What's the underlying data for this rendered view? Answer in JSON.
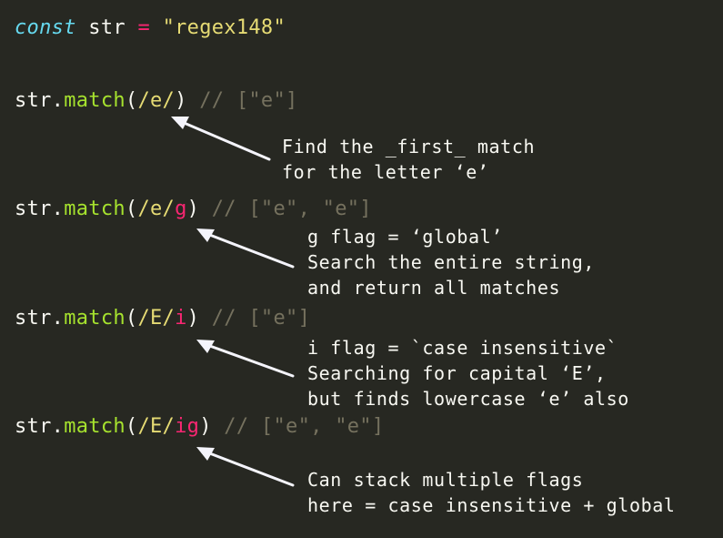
{
  "declaration": {
    "keyword": "const",
    "name": "str",
    "operator": "=",
    "value": "\"regex148\""
  },
  "examples": [
    {
      "object": "str.",
      "method": "match",
      "open": "(",
      "pattern": "/e/",
      "flags": "",
      "close": ")",
      "comment": "// [\"e\"]",
      "note_lines": [
        "Find the _first_ match",
        "for the letter ‘e’"
      ]
    },
    {
      "object": "str.",
      "method": "match",
      "open": "(",
      "pattern": "/e/",
      "flags": "g",
      "close": ")",
      "comment": "// [\"e\", \"e\"]",
      "note_lines": [
        "g flag = ‘global’",
        "Search the entire string,",
        "and return all matches"
      ]
    },
    {
      "object": "str.",
      "method": "match",
      "open": "(",
      "pattern": "/E/",
      "flags": "i",
      "close": ")",
      "comment": "// [\"e\"]",
      "note_lines": [
        "i flag = `case insensitive`",
        "Searching for capital ‘E’,",
        "but finds lowercase ‘e’ also"
      ]
    },
    {
      "object": "str.",
      "method": "match",
      "open": "(",
      "pattern": "/E/",
      "flags": "ig",
      "close": ")",
      "comment": "// [\"e\", \"e\"]",
      "note_lines": [
        "Can stack multiple flags",
        "here = case insensitive + global"
      ]
    }
  ],
  "colors": {
    "background": "#272822",
    "keyword": "#66d9ef",
    "operator": "#f92672",
    "string": "#e6db74",
    "function": "#a6e22e",
    "comment": "#75715e",
    "text": "#f8f8f2"
  }
}
